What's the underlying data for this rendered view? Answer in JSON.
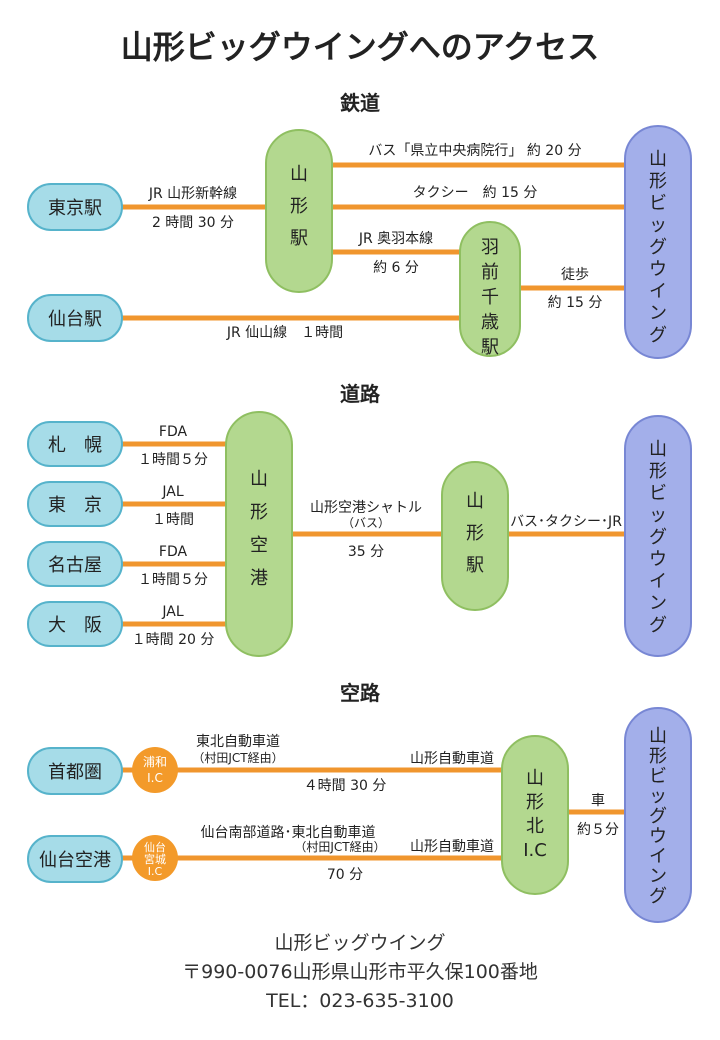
{
  "title": "山形ビッグウイングへのアクセス",
  "colors": {
    "line": "#f0962e",
    "origin_fill": "#a6dce8",
    "origin_stroke": "#56b3cb",
    "hub_fill": "#b3d88f",
    "hub_stroke": "#8fbf61",
    "dest_fill": "#a3afea",
    "dest_stroke": "#7887d4",
    "ic_fill": "#f39a2a",
    "ic_text": "#ffffff"
  },
  "railway": {
    "heading": "鉄道",
    "origins": {
      "tokyo": "東京駅",
      "sendai": "仙台駅"
    },
    "hubs": {
      "yamagata": "山形駅",
      "uzen_chitose": "羽前千歳駅"
    },
    "destination": "山形ビッグウイング",
    "routes": {
      "shinkansen_line": "JR 山形新幹線",
      "shinkansen_time": "2 時間 30 分",
      "bus": "バス「県立中央病院行」 約 20 分",
      "taxi": "タクシー　約 15 分",
      "ou_line": "JR 奥羽本線",
      "ou_time": "約 6 分",
      "walk": "徒歩",
      "walk_time": "約 15 分",
      "senzan": "JR 仙山線　１時間"
    }
  },
  "road": {
    "heading": "道路",
    "origins": [
      "札　幌",
      "東　京",
      "名古屋",
      "大　阪"
    ],
    "flights": [
      {
        "airline": "FDA",
        "time": "１時間５分"
      },
      {
        "airline": "JAL",
        "time": "１時間"
      },
      {
        "airline": "FDA",
        "time": "１時間５分"
      },
      {
        "airline": "JAL",
        "time": "１時間 20 分"
      }
    ],
    "airport": "山形空港",
    "station": "山形駅",
    "destination": "山形ビッグウイング",
    "shuttle": "山形空港シャトル",
    "shuttle_sub": "（バス）",
    "shuttle_time": "35 分",
    "last_leg": "バス･タクシー･JR"
  },
  "air": {
    "heading": "空路",
    "origins": {
      "shutoken": "首都圏",
      "sendai_airport": "仙台空港"
    },
    "ics": {
      "urawa": [
        "浦和",
        "I.C"
      ],
      "sendai_miyagi": [
        "仙台",
        "宮城",
        "I.C"
      ]
    },
    "hub": [
      "山",
      "形",
      "北",
      "I.C"
    ],
    "destination": "山形ビッグウイング",
    "routes": {
      "tohoku": "東北自動車道",
      "tohoku_sub": "（村田JCT経由）",
      "yamagata_exp_1": "山形自動車道",
      "time1": "４時間 30 分",
      "sendai_nanbu": "仙台南部道路･東北自動車道",
      "sendai_sub": "（村田JCT経由）",
      "yamagata_exp_2": "山形自動車道",
      "time2": "70 分",
      "car": "車",
      "car_time": "約５分"
    }
  },
  "footer": {
    "name": "山形ビッグウイング",
    "address": "〒990-0076山形県山形市平久保100番地",
    "tel": "TEL：023-635-3100"
  }
}
